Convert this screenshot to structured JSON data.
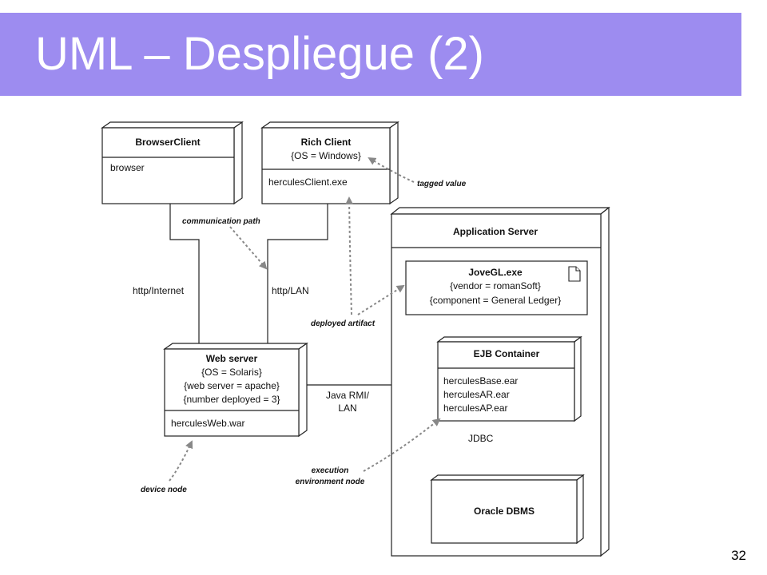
{
  "title": "UML – Despliegue (2)",
  "page_number": "32",
  "colors": {
    "title_bar": "#9d8cf0",
    "line": "#222222",
    "note_arrow": "#888888"
  },
  "nodes": {
    "browser_client": {
      "name": "BrowserClient",
      "artifacts": [
        "browser"
      ]
    },
    "rich_client": {
      "name": "Rich Client",
      "tags": [
        "{OS = Windows}"
      ],
      "artifacts": [
        "herculesClient.exe"
      ]
    },
    "application_server": {
      "name": "Application Server"
    },
    "jovegl": {
      "name": "JoveGL.exe",
      "tags": [
        "{vendor = romanSoft}",
        "{component = General Ledger}"
      ],
      "icon": "document-icon"
    },
    "web_server": {
      "name": "Web server",
      "tags": [
        "{OS = Solaris}",
        "{web server = apache}",
        "{number deployed = 3}"
      ],
      "artifacts": [
        "herculesWeb.war"
      ]
    },
    "ejb_container": {
      "name": "EJB Container",
      "artifacts": [
        "herculesBase.ear",
        "herculesAR.ear",
        "herculesAP.ear"
      ]
    },
    "oracle_dbms": {
      "name": "Oracle DBMS"
    }
  },
  "connections": {
    "http_internet": "http/Internet",
    "http_lan": "http/LAN",
    "java_rmi_1": "Java RMI/",
    "java_rmi_2": "LAN",
    "jdbc": "JDBC"
  },
  "annotations": {
    "communication_path": "communication path",
    "tagged_value": "tagged value",
    "deployed_artifact": "deployed artifact",
    "device_node": "device node",
    "execution_env_1": "execution",
    "execution_env_2": "environment node"
  }
}
